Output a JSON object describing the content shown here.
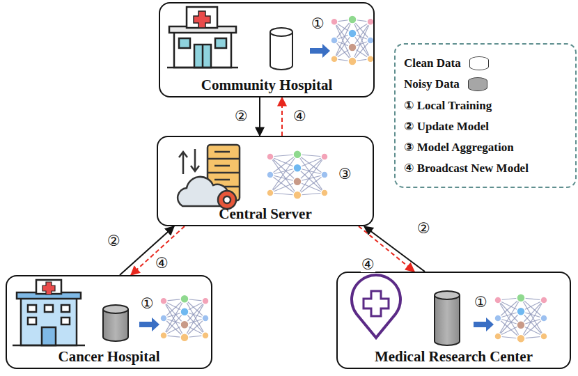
{
  "diagram": {
    "nodes": [
      {
        "text": [
          "Community Hospital"
        ]
      },
      {
        "text": [
          "Central Server"
        ]
      },
      {
        "text": [
          "Cancer Hospital"
        ]
      },
      {
        "text": [
          "Medical Research Center"
        ]
      }
    ],
    "edges": [
      {
        "from": 0,
        "to": 1,
        "arrow": "to",
        "label": "②"
      },
      {
        "from": 1,
        "to": 0,
        "arrow": "to",
        "label": "④"
      },
      {
        "from": 2,
        "to": 1,
        "arrow": "to",
        "label": "②"
      },
      {
        "from": 1,
        "to": 2,
        "arrow": "to",
        "label": "④"
      },
      {
        "from": 3,
        "to": 1,
        "arrow": "to",
        "label": "②"
      },
      {
        "from": 1,
        "to": 3,
        "arrow": "to",
        "label": "④"
      }
    ],
    "labels": [
      "①",
      "③",
      "①",
      "①"
    ],
    "legend": [
      {
        "text": "Clean Data",
        "color": "#ffffff"
      },
      {
        "text": "Noisy Data",
        "color": "#a6a6a6"
      },
      {
        "text": "① Local Training"
      },
      {
        "text": "② Update Model"
      },
      {
        "text": "③ Model Aggregation"
      },
      {
        "text": "④ Broadcast New Model"
      }
    ]
  }
}
